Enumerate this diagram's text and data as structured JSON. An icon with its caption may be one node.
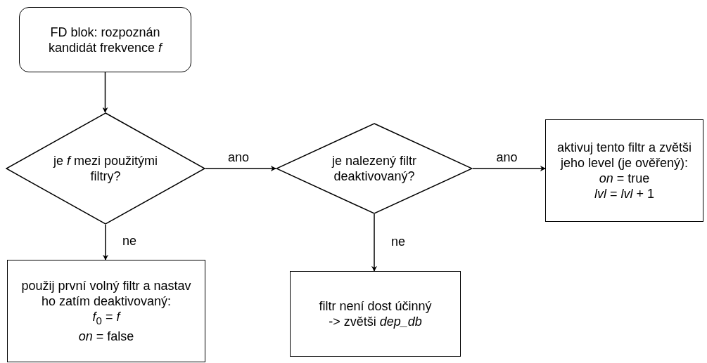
{
  "diagram": {
    "nodes": [
      {
        "text": [
          "FD blok: rozpoznán kandidát frekvence *f*"
        ]
      },
      {
        "text": [
          "je *f* mezi použitými filtry?"
        ]
      },
      {
        "text": [
          "je nalezený filtr deaktivovaný?"
        ]
      },
      {
        "text": [
          "aktivuj tento filtr a zvětši jeho level (je ověřený):",
          "*on* = true",
          "*lvl* = *lvl* + 1"
        ]
      },
      {
        "text": [
          "použij první volný filtr a nastav ho zatím deaktivovaný:",
          "*f*$_{0}$ = *f*",
          "*on* = false"
        ]
      },
      {
        "text": [
          "filtr není dost účinný",
          "-> zvětši *dep_db*"
        ]
      }
    ],
    "edges": [
      {
        "from": 0,
        "to": 1,
        "arrow": "to"
      },
      {
        "from": 1,
        "to": 2,
        "arrow": "to",
        "label": "ano"
      },
      {
        "from": 2,
        "to": 3,
        "arrow": "to",
        "label": "ano"
      },
      {
        "from": 1,
        "to": 4,
        "arrow": "to",
        "label": "ne"
      },
      {
        "from": 2,
        "to": 5,
        "arrow": "to",
        "label": "ne"
      }
    ]
  }
}
